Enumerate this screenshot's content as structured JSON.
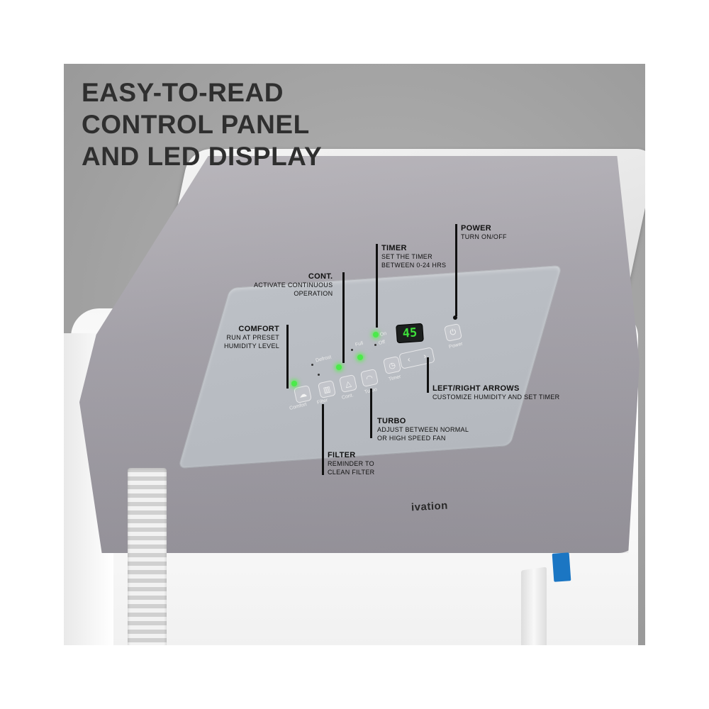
{
  "headline": {
    "line1": "EASY-TO-READ",
    "line2": "CONTROL PANEL",
    "line3": "AND LED DISPLAY"
  },
  "callouts": {
    "power": {
      "title": "POWER",
      "desc": "TURN ON/OFF"
    },
    "timer": {
      "title": "TIMER",
      "desc": "SET THE TIMER\nBETWEEN 0-24 HRS"
    },
    "cont": {
      "title": "CONT.",
      "desc": "ACTIVATE CONTINUOUS\nOPERATION"
    },
    "comfort": {
      "title": "COMFORT",
      "desc": "RUN AT PRESET\nHUMIDITY LEVEL"
    },
    "arrows": {
      "title": "LEFT/RIGHT ARROWS",
      "desc": "CUSTOMIZE HUMIDITY AND SET TIMER"
    },
    "turbo": {
      "title": "TURBO",
      "desc": "ADJUST BETWEEN NORMAL\nOR HIGH SPEED FAN"
    },
    "filter": {
      "title": "FILTER",
      "desc": "REMINDER TO\nCLEAN FILTER"
    }
  },
  "panel": {
    "display_value": "45",
    "buttons": {
      "comfort": "Comfort",
      "filter": "Filter",
      "cont": "Cont.",
      "turbo": "Turbo",
      "timer": "Timer",
      "power": "Power"
    },
    "indicators": {
      "defrost": "Defrost",
      "full": "Full",
      "on": "On",
      "off": "Off"
    },
    "led_color": "#4bea4a",
    "display_color": "#3ee03a"
  },
  "brand": {
    "logo": "ivation"
  },
  "colors": {
    "background": "#a7a7a7",
    "panel": "#a19ea6",
    "text": "#111111"
  }
}
